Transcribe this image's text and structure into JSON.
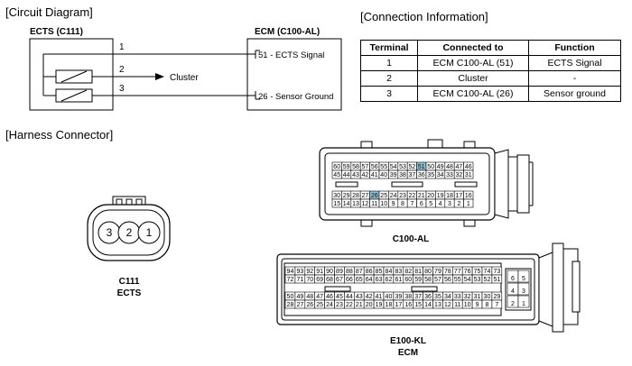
{
  "sections": {
    "circuit": "[Circuit Diagram]",
    "connection": "[Connection Information]",
    "harness": "[Harness Connector]"
  },
  "circuit": {
    "sensor_title": "ECTS (C111)",
    "ecm_title": "ECM (C100-AL)",
    "wire_numbers": [
      "1",
      "2",
      "3"
    ],
    "cluster_label": "Cluster",
    "ecm_pins": [
      "51 - ECTS Signal",
      "26 - Sensor Ground"
    ]
  },
  "table": {
    "headers": [
      "Terminal",
      "Connected to",
      "Function"
    ],
    "rows": [
      [
        "1",
        "ECM C100-AL (51)",
        "ECTS Signal"
      ],
      [
        "2",
        "Cluster",
        "-"
      ],
      [
        "3",
        "ECM C100-AL (26)",
        "Sensor ground"
      ]
    ]
  },
  "c111": {
    "pins": [
      "3",
      "2",
      "1"
    ],
    "label_line1": "C111",
    "label_line2": "ECTS"
  },
  "c100": {
    "label": "C100-AL",
    "row1": [
      "60",
      "59",
      "58",
      "57",
      "56",
      "55",
      "54",
      "53",
      "52",
      "51",
      "50",
      "49",
      "48",
      "47",
      "46"
    ],
    "row2": [
      "45",
      "44",
      "43",
      "42",
      "41",
      "40",
      "39",
      "38",
      "37",
      "36",
      "35",
      "34",
      "33",
      "32",
      "31"
    ],
    "row3": [
      "30",
      "29",
      "28",
      "27",
      "26",
      "25",
      "24",
      "23",
      "22",
      "21",
      "20",
      "19",
      "18",
      "17",
      "16"
    ],
    "row4": [
      "15",
      "14",
      "13",
      "12",
      "11",
      "10",
      "9",
      "8",
      "7",
      "6",
      "5",
      "4",
      "3",
      "2",
      "1"
    ],
    "highlight": [
      "51",
      "26"
    ],
    "highlight_color": "#8fc3d4"
  },
  "e100": {
    "label_line1": "E100-KL",
    "label_line2": "ECM",
    "row1": [
      "94",
      "93",
      "92",
      "91",
      "90",
      "89",
      "88",
      "87",
      "86",
      "85",
      "84",
      "83",
      "82",
      "81",
      "80",
      "79",
      "78",
      "77",
      "76",
      "75",
      "74",
      "73"
    ],
    "row2": [
      "72",
      "71",
      "70",
      "69",
      "68",
      "67",
      "66",
      "65",
      "64",
      "63",
      "62",
      "61",
      "60",
      "59",
      "58",
      "57",
      "56",
      "55",
      "54",
      "53",
      "52",
      "51"
    ],
    "row3": [
      "50",
      "49",
      "48",
      "47",
      "46",
      "45",
      "44",
      "43",
      "42",
      "41",
      "40",
      "39",
      "38",
      "37",
      "36",
      "35",
      "34",
      "33",
      "32",
      "31",
      "30",
      "29"
    ],
    "row4": [
      "28",
      "27",
      "26",
      "25",
      "24",
      "23",
      "22",
      "21",
      "20",
      "19",
      "18",
      "17",
      "16",
      "15",
      "14",
      "13",
      "12",
      "11",
      "10",
      "9",
      "8",
      "7"
    ],
    "small_block": [
      [
        "6",
        "5"
      ],
      [
        "4",
        "3"
      ],
      [
        "2",
        "1"
      ]
    ]
  }
}
